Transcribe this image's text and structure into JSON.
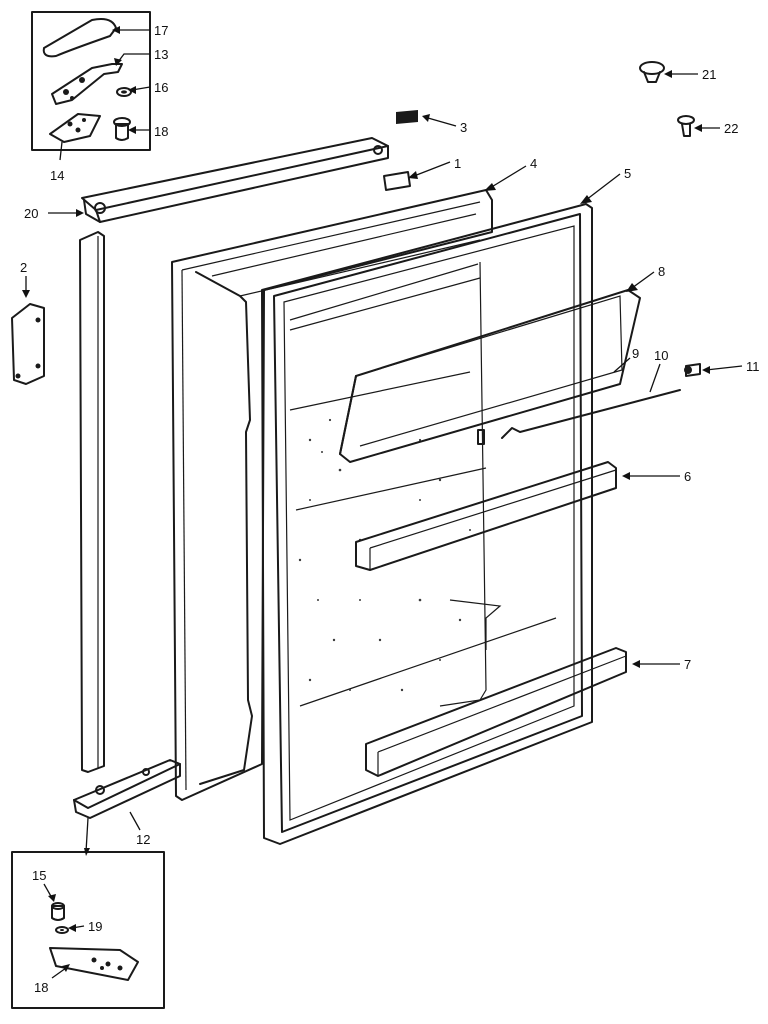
{
  "diagram": {
    "callouts": [
      {
        "id": "c1",
        "label": "1"
      },
      {
        "id": "c2",
        "label": "2"
      },
      {
        "id": "c3",
        "label": "3"
      },
      {
        "id": "c4",
        "label": "4"
      },
      {
        "id": "c5",
        "label": "5"
      },
      {
        "id": "c6",
        "label": "6"
      },
      {
        "id": "c7",
        "label": "7"
      },
      {
        "id": "c8",
        "label": "8"
      },
      {
        "id": "c9",
        "label": "9"
      },
      {
        "id": "c10",
        "label": "10"
      },
      {
        "id": "c11",
        "label": "11"
      },
      {
        "id": "c12",
        "label": "12"
      },
      {
        "id": "c13",
        "label": "13"
      },
      {
        "id": "c14",
        "label": "14"
      },
      {
        "id": "c15",
        "label": "15"
      },
      {
        "id": "c16",
        "label": "16"
      },
      {
        "id": "c17",
        "label": "17"
      },
      {
        "id": "c18a",
        "label": "18"
      },
      {
        "id": "c18b",
        "label": "18"
      },
      {
        "id": "c19",
        "label": "19"
      },
      {
        "id": "c20",
        "label": "20"
      },
      {
        "id": "c21",
        "label": "21"
      },
      {
        "id": "c22",
        "label": "22"
      }
    ]
  }
}
